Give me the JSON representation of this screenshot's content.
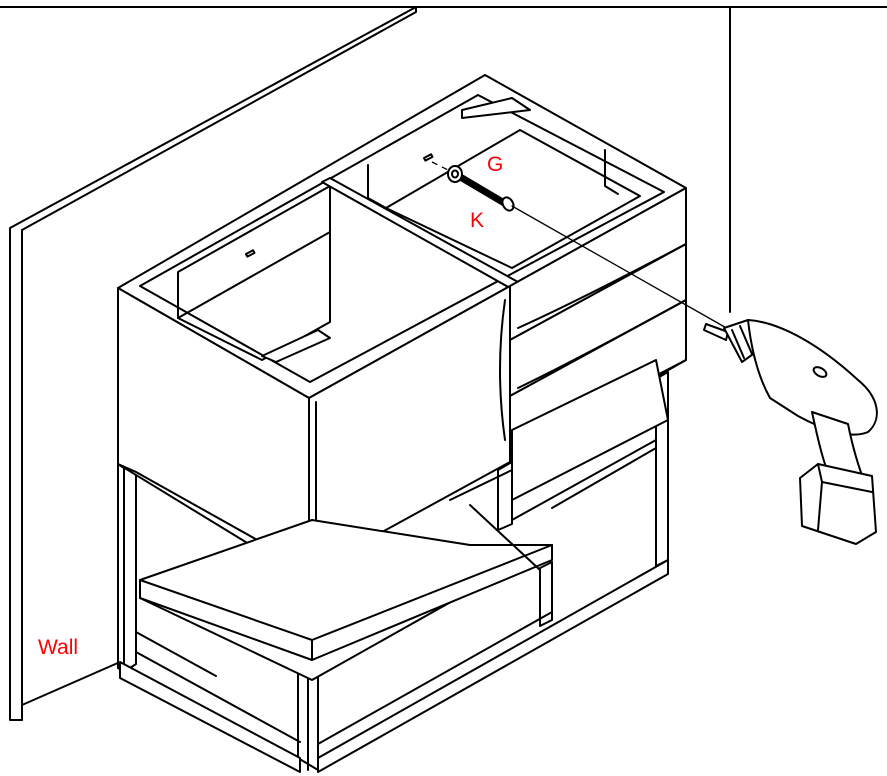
{
  "labels": {
    "wall": "Wall",
    "part_g": "G",
    "part_k": "K"
  },
  "colors": {
    "label": "#ff0000",
    "line": "#000000",
    "background": "#ffffff"
  },
  "icons": [
    "drill-icon",
    "screw-icon",
    "washer-icon"
  ]
}
